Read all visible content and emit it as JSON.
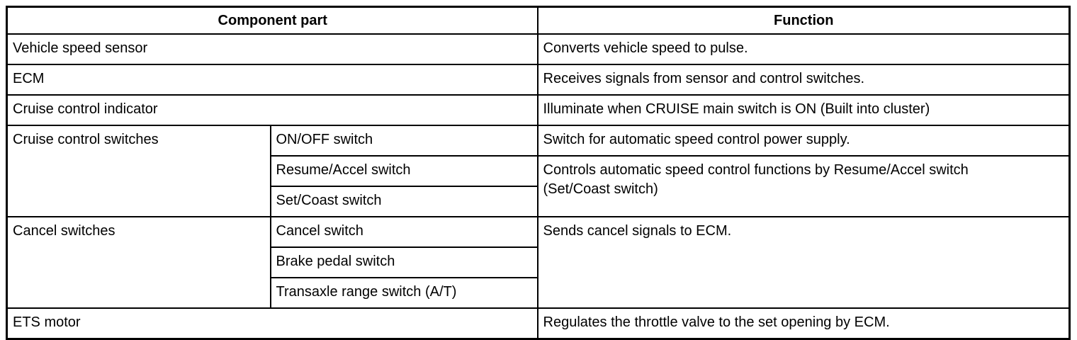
{
  "page": {
    "background": "#ffffff",
    "border_color": "#000000",
    "text_color": "#000000"
  },
  "table": {
    "header": {
      "component_part": "Component part",
      "function": "Function"
    },
    "rows": {
      "vehicle_speed_sensor": {
        "component": "Vehicle speed sensor",
        "function": "Converts vehicle speed to pulse."
      },
      "ecm": {
        "component": "ECM",
        "function": "Receives signals from sensor and control switches."
      },
      "cruise_control_indicator": {
        "component": "Cruise control indicator",
        "function": "Illuminate when CRUISE main switch is ON (Built into cluster)"
      },
      "cruise_control_switches": {
        "component": "Cruise control switches",
        "sub_rows": [
          {
            "component": "ON/OFF switch",
            "function": "Switch for automatic speed control power supply."
          },
          {
            "component": "Resume/Accel switch",
            "function": "Controls automatic speed control functions by Resume/Accel switch (Set/Coast switch)"
          },
          {
            "component": "Set/Coast switch"
          }
        ]
      },
      "cancel_switches": {
        "component": "Cancel switches",
        "function": "Sends cancel signals to ECM.",
        "sub_rows": [
          {
            "component": "Cancel switch"
          },
          {
            "component": "Brake pedal switch"
          },
          {
            "component": "Transaxle range switch (A/T)"
          }
        ]
      },
      "ets_motor": {
        "component": "ETS motor",
        "function": "Regulates the throttle valve to the set opening by ECM."
      }
    }
  }
}
